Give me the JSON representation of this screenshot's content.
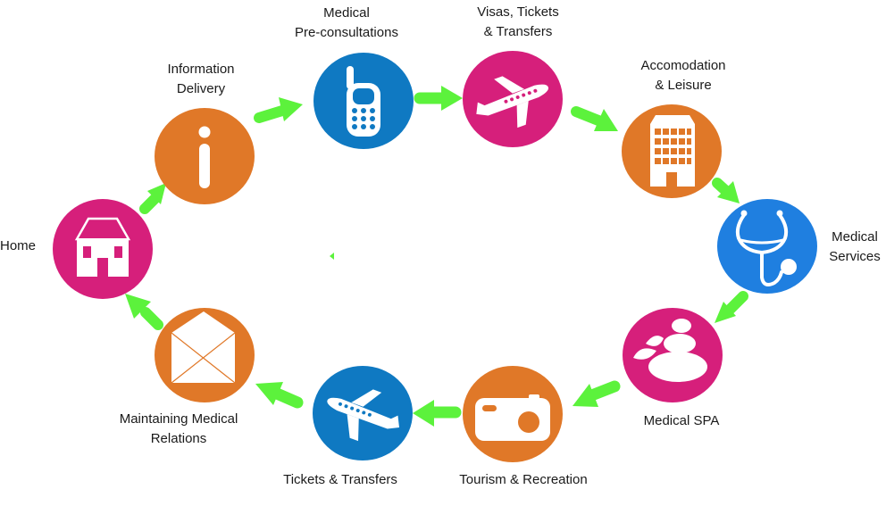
{
  "colors": {
    "pink": "#d61f7b",
    "orange": "#e07828",
    "blue_dark": "#0f79c2",
    "blue_light": "#1f7fe0",
    "arrow": "#5cf23c",
    "icon": "#ffffff",
    "text": "#1a1a1a"
  },
  "diagram": {
    "type": "cycle",
    "nodes": [
      {
        "id": "home",
        "lines": [
          "Home"
        ],
        "icon": "house-icon",
        "color": "pink"
      },
      {
        "id": "information-delivery",
        "lines": [
          "Information",
          "Delivery"
        ],
        "icon": "info-icon",
        "color": "orange"
      },
      {
        "id": "medical-pre-consultations",
        "lines": [
          "Medical",
          "Pre-consultations"
        ],
        "icon": "mobile-phone-icon",
        "color": "blue_dark"
      },
      {
        "id": "visas-tickets-transfers",
        "lines": [
          "Visas, Tickets",
          "& Transfers"
        ],
        "icon": "airplane-icon",
        "color": "pink"
      },
      {
        "id": "accomodation-leisure",
        "lines": [
          "Accomodation",
          "& Leisure"
        ],
        "icon": "hotel-building-icon",
        "color": "orange"
      },
      {
        "id": "medical-services",
        "lines": [
          "Medical",
          "Services"
        ],
        "icon": "stethoscope-icon",
        "color": "blue_light"
      },
      {
        "id": "medical-spa",
        "lines": [
          "Medical SPA"
        ],
        "icon": "spa-stones-icon",
        "color": "pink"
      },
      {
        "id": "tourism-recreation",
        "lines": [
          "Tourism & Recreation"
        ],
        "icon": "camera-icon",
        "color": "orange"
      },
      {
        "id": "tickets-transfers",
        "lines": [
          "Tickets & Transfers"
        ],
        "icon": "airplane-icon",
        "color": "blue_dark"
      },
      {
        "id": "maintaining-medical-relations",
        "lines": [
          "Maintaining Medical",
          "Relations"
        ],
        "icon": "envelope-icon",
        "color": "orange"
      }
    ],
    "edges": [
      [
        "home",
        "information-delivery"
      ],
      [
        "information-delivery",
        "medical-pre-consultations"
      ],
      [
        "medical-pre-consultations",
        "visas-tickets-transfers"
      ],
      [
        "visas-tickets-transfers",
        "accomodation-leisure"
      ],
      [
        "accomodation-leisure",
        "medical-services"
      ],
      [
        "medical-services",
        "medical-spa"
      ],
      [
        "medical-spa",
        "tourism-recreation"
      ],
      [
        "tourism-recreation",
        "tickets-transfers"
      ],
      [
        "tickets-transfers",
        "maintaining-medical-relations"
      ],
      [
        "maintaining-medical-relations",
        "home"
      ]
    ]
  }
}
